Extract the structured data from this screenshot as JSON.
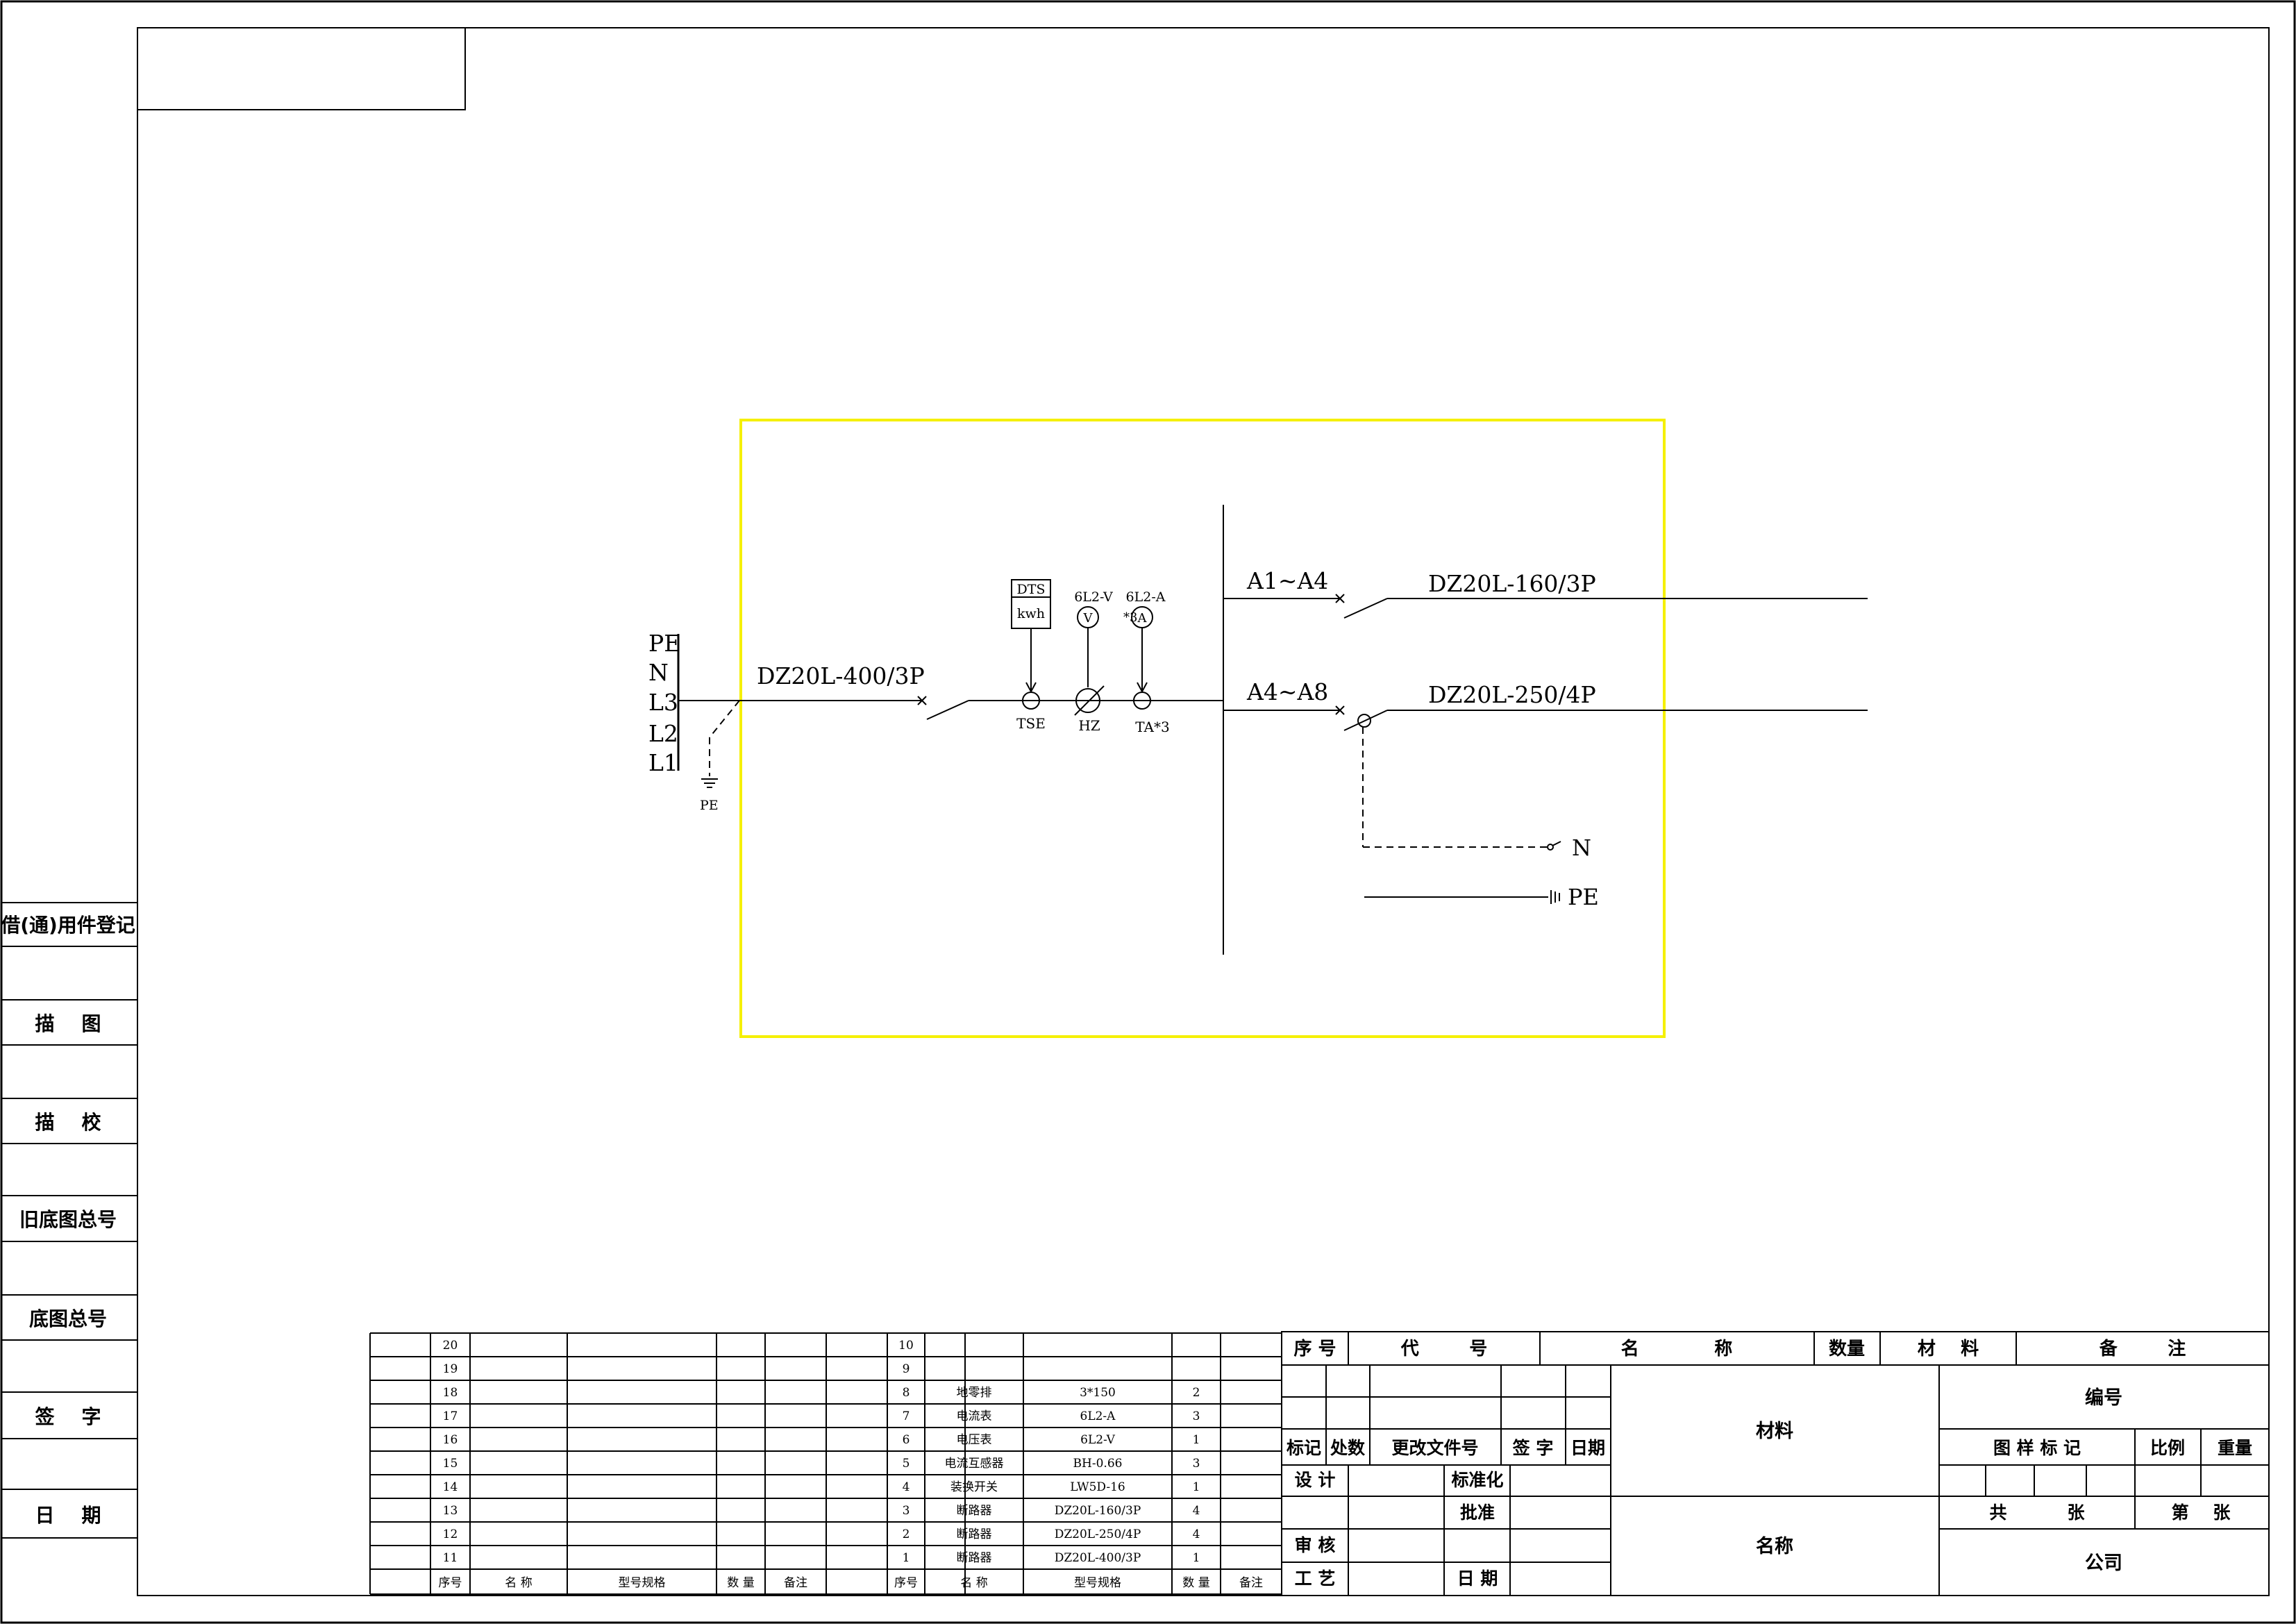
{
  "left_strip": {
    "title": "借(通)用件登记",
    "rows": [
      "描    图",
      "描    校",
      "旧底图总号",
      "底图总号",
      "签    字",
      "日    期"
    ]
  },
  "diagram": {
    "bus_labels": [
      "PE",
      "N",
      "L3",
      "L2",
      "L1"
    ],
    "main_breaker": "DZ20L-400/3P",
    "pe_small": "PE",
    "meter_box": [
      "DTS",
      "kwh"
    ],
    "voltmeter_label": "6L2-V",
    "ammeter_label": "6L2-A",
    "ammeter_mult": "*3",
    "voltmeter_symbol": "V",
    "ammeter_symbol": "A",
    "tse": "TSE",
    "hz": "HZ",
    "ta": "TA*3",
    "branch1_range": "A1~A4",
    "branch1_breaker": "DZ20L-160/3P",
    "branch2_range": "A4~A8",
    "branch2_breaker": "DZ20L-250/4P",
    "n_label": "N",
    "pe_label": "PE"
  },
  "bom": {
    "headers": [
      "序号",
      "名 称",
      "型号规格",
      "数 量",
      "备注"
    ],
    "left_rows": [
      {
        "no": "20",
        "name": "",
        "model": "",
        "qty": ""
      },
      {
        "no": "19",
        "name": "",
        "model": "",
        "qty": ""
      },
      {
        "no": "18",
        "name": "",
        "model": "",
        "qty": ""
      },
      {
        "no": "17",
        "name": "",
        "model": "",
        "qty": ""
      },
      {
        "no": "16",
        "name": "",
        "model": "",
        "qty": ""
      },
      {
        "no": "15",
        "name": "",
        "model": "",
        "qty": ""
      },
      {
        "no": "14",
        "name": "",
        "model": "",
        "qty": ""
      },
      {
        "no": "13",
        "name": "",
        "model": "",
        "qty": ""
      },
      {
        "no": "12",
        "name": "",
        "model": "",
        "qty": ""
      },
      {
        "no": "11",
        "name": "",
        "model": "",
        "qty": ""
      }
    ],
    "right_rows": [
      {
        "no": "10",
        "name": "",
        "model": "",
        "qty": ""
      },
      {
        "no": "9",
        "name": "",
        "model": "",
        "qty": ""
      },
      {
        "no": "8",
        "name": "地零排",
        "model": "3*150",
        "qty": "2"
      },
      {
        "no": "7",
        "name": "电流表",
        "model": "6L2-A",
        "qty": "3"
      },
      {
        "no": "6",
        "name": "电压表",
        "model": "6L2-V",
        "qty": "1"
      },
      {
        "no": "5",
        "name": "电流互感器",
        "model": "BH-0.66",
        "qty": "3"
      },
      {
        "no": "4",
        "name": "装换开关",
        "model": "LW5D-16",
        "qty": "1"
      },
      {
        "no": "3",
        "name": "断路器",
        "model": "DZ20L-160/3P",
        "qty": "4"
      },
      {
        "no": "2",
        "name": "断路器",
        "model": "DZ20L-250/4P",
        "qty": "4"
      },
      {
        "no": "1",
        "name": "断路器",
        "model": "DZ20L-400/3P",
        "qty": "1"
      }
    ]
  },
  "title_block": {
    "header": {
      "no": "序 号",
      "code": "代        号",
      "name": "名            称",
      "qty": "数量",
      "material": "材    料",
      "remark": "备        注"
    },
    "change": {
      "mark": "标记",
      "count": "处数",
      "doc": "更改文件号",
      "sign": "签 字",
      "date": "日期"
    },
    "design": "设 计",
    "standard": "标准化",
    "approve": "批准",
    "review": "审 核",
    "process": "工 艺",
    "date": "日 期",
    "material": "材料",
    "name": "名称",
    "number": "编号",
    "sample_mark": "图 样 标 记",
    "scale": "比例",
    "weight": "重量",
    "total": "共          张",
    "sheet": "第    张",
    "company": "公司"
  }
}
